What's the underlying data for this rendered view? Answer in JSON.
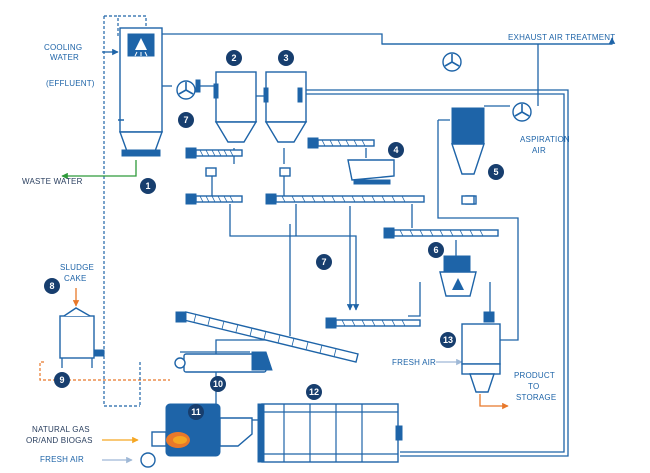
{
  "colors": {
    "primary": "#1e64a8",
    "dark": "#173e6e",
    "green": "#2e9a3a",
    "orange": "#e8782a",
    "flame": "#f5a623"
  },
  "labels": {
    "cooling_water": [
      "COOLING",
      "WATER"
    ],
    "effluent": "(EFFLUENT)",
    "waste_water": "WASTE WATER",
    "exhaust": "EXHAUST AIR TREATMENT",
    "aspiration": [
      "ASPIRATION",
      "AIR"
    ],
    "sludge_cake": [
      "SLUDGE",
      "CAKE"
    ],
    "fresh_air_mid": "FRESH AIR",
    "product": [
      "PRODUCT",
      "TO",
      "STORAGE"
    ],
    "natural_gas": [
      "NATURAL GAS",
      "OR/AND BIOGAS"
    ],
    "fresh_air_bottom": "FRESH AIR"
  },
  "badges": [
    "1",
    "2",
    "3",
    "4",
    "5",
    "6",
    "7",
    "7",
    "8",
    "9",
    "10",
    "11",
    "12",
    "13"
  ]
}
